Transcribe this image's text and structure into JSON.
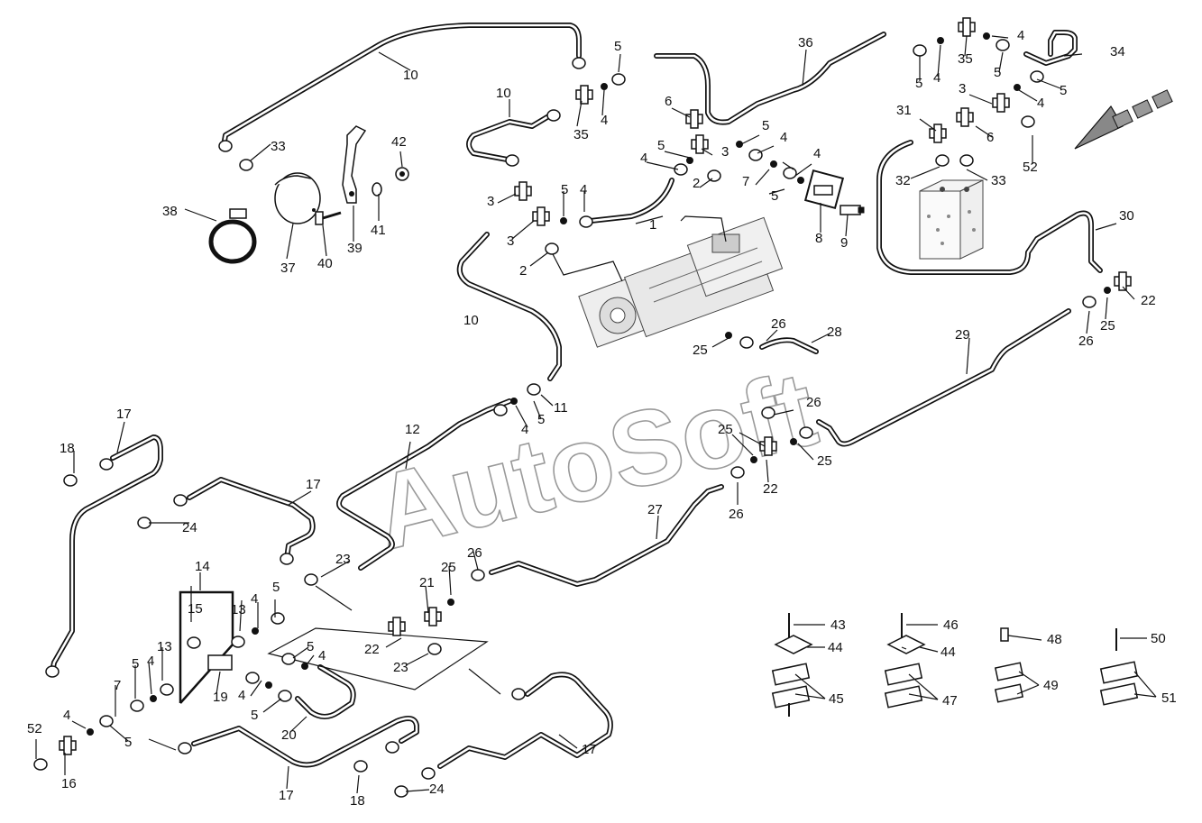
{
  "watermark": "AutoSoft",
  "callouts": {
    "c1": "1",
    "c2": "2",
    "c3": "3",
    "c4": "4",
    "c5": "5",
    "c6": "6",
    "c7": "7",
    "c8": "8",
    "c9": "9",
    "c10": "10",
    "c11": "11",
    "c12": "12",
    "c13": "13",
    "c14": "14",
    "c15": "15",
    "c16": "16",
    "c17": "17",
    "c18": "18",
    "c19": "19",
    "c20": "20",
    "c21": "21",
    "c22": "22",
    "c23": "23",
    "c24": "24",
    "c25": "25",
    "c26": "26",
    "c27": "27",
    "c28": "28",
    "c29": "29",
    "c30": "30",
    "c31": "31",
    "c32": "32",
    "c33": "33",
    "c34": "34",
    "c35": "35",
    "c36": "36",
    "c37": "37",
    "c38": "38",
    "c39": "39",
    "c40": "40",
    "c41": "41",
    "c42": "42",
    "c43": "43",
    "c44": "44",
    "c45": "45",
    "c46": "46",
    "c47": "47",
    "c48": "48",
    "c49": "49",
    "c50": "50",
    "c51": "51",
    "c52": "52"
  }
}
